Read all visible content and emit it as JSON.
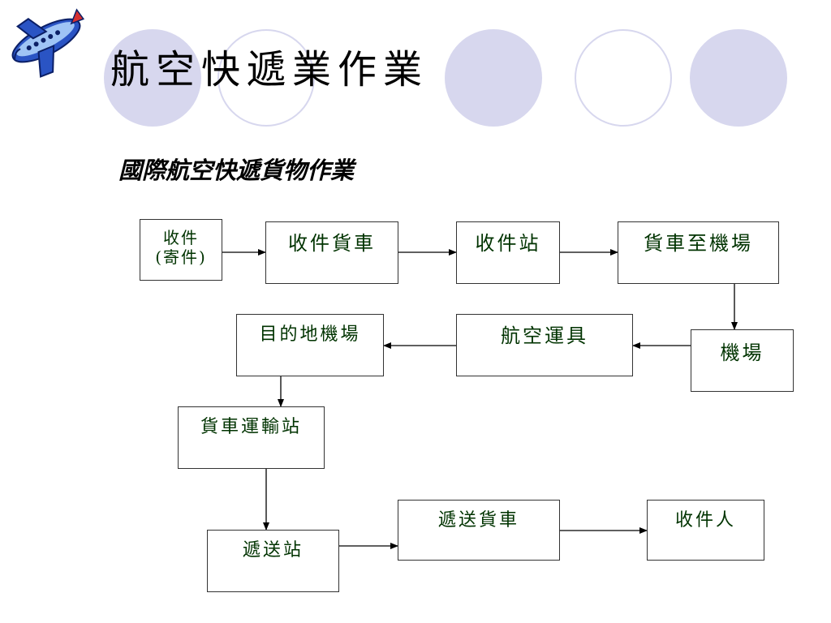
{
  "slide": {
    "title": "航空快遞業作業",
    "subtitle": "國際航空快遞貨物作業"
  },
  "colors": {
    "circle_fill": "#d7d7ee",
    "node_text": "#003300",
    "node_border": "#333333"
  },
  "logo": {
    "icon": "airplane-icon"
  },
  "flowchart": {
    "nodes": {
      "shipper": {
        "line1": "收件",
        "line2": "(寄件)"
      },
      "pickup_truck": {
        "label": "收件貨車"
      },
      "pickup_station": {
        "label": "收件站"
      },
      "truck_to_airport": {
        "label": "貨車至機場"
      },
      "airport": {
        "label": "機場"
      },
      "air_transport": {
        "label": "航空運具"
      },
      "destination_airport": {
        "label": "目的地機場"
      },
      "truck_terminal": {
        "label": "貨車運輸站"
      },
      "delivery_station": {
        "label": "遞送站"
      },
      "delivery_truck": {
        "label": "遞送貨車"
      },
      "recipient": {
        "label": "收件人"
      }
    },
    "edges": [
      [
        "shipper",
        "pickup_truck"
      ],
      [
        "pickup_truck",
        "pickup_station"
      ],
      [
        "pickup_station",
        "truck_to_airport"
      ],
      [
        "truck_to_airport",
        "airport"
      ],
      [
        "airport",
        "air_transport"
      ],
      [
        "air_transport",
        "destination_airport"
      ],
      [
        "destination_airport",
        "truck_terminal"
      ],
      [
        "truck_terminal",
        "delivery_station"
      ],
      [
        "delivery_station",
        "delivery_truck"
      ],
      [
        "delivery_truck",
        "recipient"
      ]
    ]
  }
}
